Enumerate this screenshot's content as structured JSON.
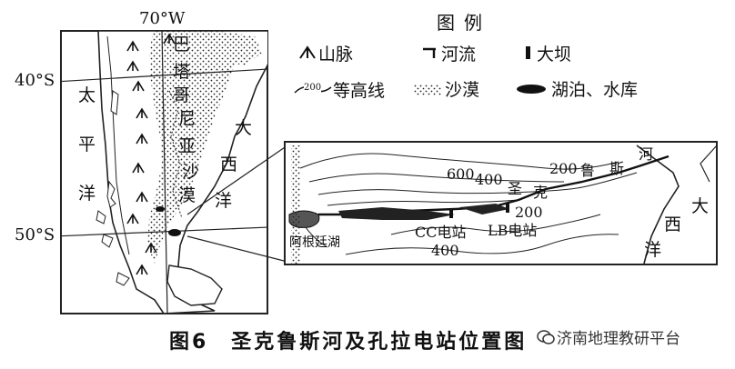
{
  "main_map": {
    "longitude_label": "70°W",
    "lat_40": "40°S",
    "lat_50": "50°S",
    "pacific_chars": [
      "太",
      "平",
      "洋"
    ],
    "patagonia_chars": [
      "巴",
      "塔",
      "哥",
      "尼",
      "亚",
      "沙",
      "漠"
    ],
    "atlantic_chars": [
      "大",
      "西",
      "洋"
    ]
  },
  "legend": {
    "title": "图例",
    "mountain": "山脉",
    "river": "河流",
    "dam": "大坝",
    "contour": "等高线",
    "contour_sample": "200",
    "desert": "沙漠",
    "lake": "湖泊、水库"
  },
  "inset": {
    "contour_600": "600",
    "contour_400_top": "400",
    "contour_200_top": "200",
    "contour_200_mid": "200",
    "contour_400_bottom": "400",
    "river_name_chars": [
      "圣",
      "克",
      "鲁",
      "斯",
      "河"
    ],
    "lake_chars": [
      "阿",
      "根",
      "廷",
      "湖"
    ],
    "station_cc": "CC电站",
    "station_lb": "LB电站",
    "atlantic_chars": [
      "大",
      "西",
      "洋"
    ]
  },
  "caption": "图6　圣克鲁斯河及孔拉电站位置图",
  "watermark": "济南地理教研平台",
  "icons": {
    "mountain": "mountain-icon",
    "river": "river-icon",
    "dam": "dam-icon",
    "contour": "contour-icon",
    "desert": "desert-icon",
    "lake": "lake-icon",
    "wechat": "wechat-icon"
  }
}
